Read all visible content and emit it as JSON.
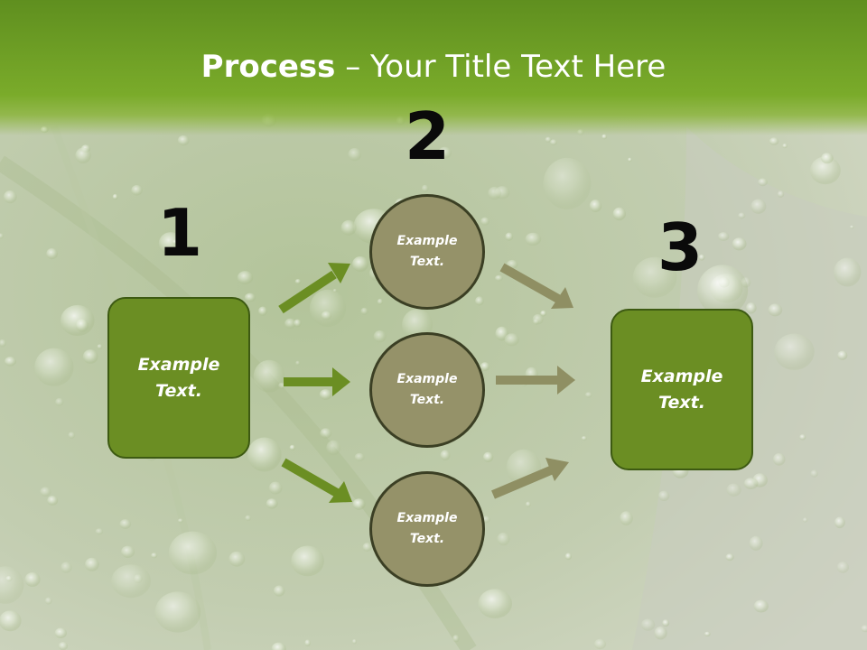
{
  "slide": {
    "title_bold": "Process",
    "title_sep": "–",
    "title_rest": "Your Title Text Here"
  },
  "steps": [
    {
      "number": "1",
      "label": "Example\nText."
    },
    {
      "number": "2",
      "label": ""
    },
    {
      "number": "3",
      "label": "Example\nText."
    }
  ],
  "circles": [
    {
      "label": "Example\nText."
    },
    {
      "label": "Example\nText."
    },
    {
      "label": "Example\nText."
    }
  ],
  "colors": {
    "header_green": "#6e9e24",
    "box_green": "#6b8e23",
    "circle_fill": "#959269",
    "left_arrow": "#6b8e23",
    "right_arrow": "#8f8f63"
  }
}
